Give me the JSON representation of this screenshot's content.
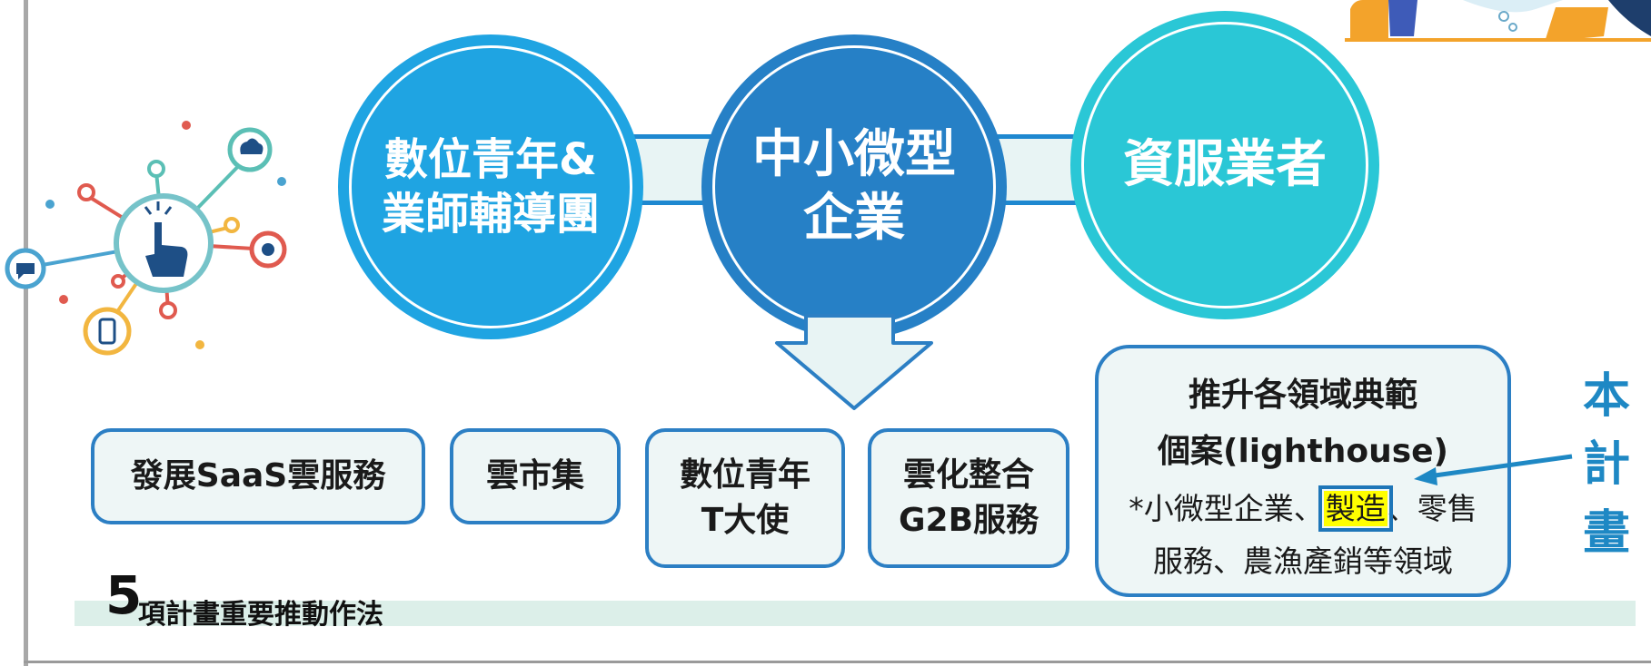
{
  "circles": [
    {
      "label": "數位青年&\n業師輔導團",
      "color": "#1fa4e2"
    },
    {
      "label": "中小微型\n企業",
      "color": "#2680c6"
    },
    {
      "label": "資服業者",
      "color": "#2ac7d6"
    }
  ],
  "boxes": [
    {
      "label": "發展SaaS雲服務"
    },
    {
      "label": "雲市集"
    },
    {
      "label": "數位青年\nT大使"
    },
    {
      "label": "雲化整合\nG2B服務"
    }
  ],
  "lighthouse": {
    "title_line1": "推升各領域典範",
    "title_line2": "個案(lighthouse)",
    "desc_prefix": "*小微型企業、",
    "desc_highlight": "製造",
    "desc_suffix": "、零售",
    "desc_line2": "服務、農漁產銷等領域"
  },
  "side_tag": "本\n計\n畫",
  "footer": {
    "number": "5",
    "text": "項計畫重要推動作法"
  },
  "colors": {
    "accent": "#2c7fc4",
    "box_fill": "#eef6f6",
    "highlight": "#ffff00",
    "tag": "#1e88c4"
  }
}
